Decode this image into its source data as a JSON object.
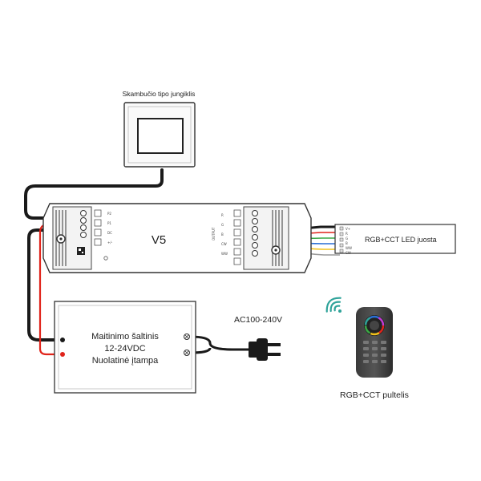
{
  "switch": {
    "label": "Skambučio tipo jungiklis"
  },
  "controller": {
    "model": "V5",
    "left_markings": [
      "P2",
      "P1",
      "DC",
      "+/-"
    ],
    "right_markings": [
      "R",
      "G",
      "B",
      "CW",
      "WW",
      "OUTPUT"
    ]
  },
  "led_strip": {
    "label": "RGB+CCT LED juosta",
    "pin_labels": [
      "V+",
      "R",
      "G",
      "B",
      "WW",
      "CW"
    ]
  },
  "power_supply": {
    "lines": [
      "Maitinimo šaltinis",
      "12-24VDC",
      "Nuolatinė įtampa"
    ]
  },
  "mains": {
    "label": "AC100-240V"
  },
  "remote": {
    "label": "RGB+CCT pultelis"
  },
  "colors": {
    "outline": "#333333",
    "wire_black": "#1a1a1a",
    "wire_red": "#e0241b",
    "wire_green": "#3aa845",
    "wire_blue": "#2a6fd6",
    "wire_yellow": "#f2c21b",
    "wire_grey": "#9a9a9a"
  }
}
